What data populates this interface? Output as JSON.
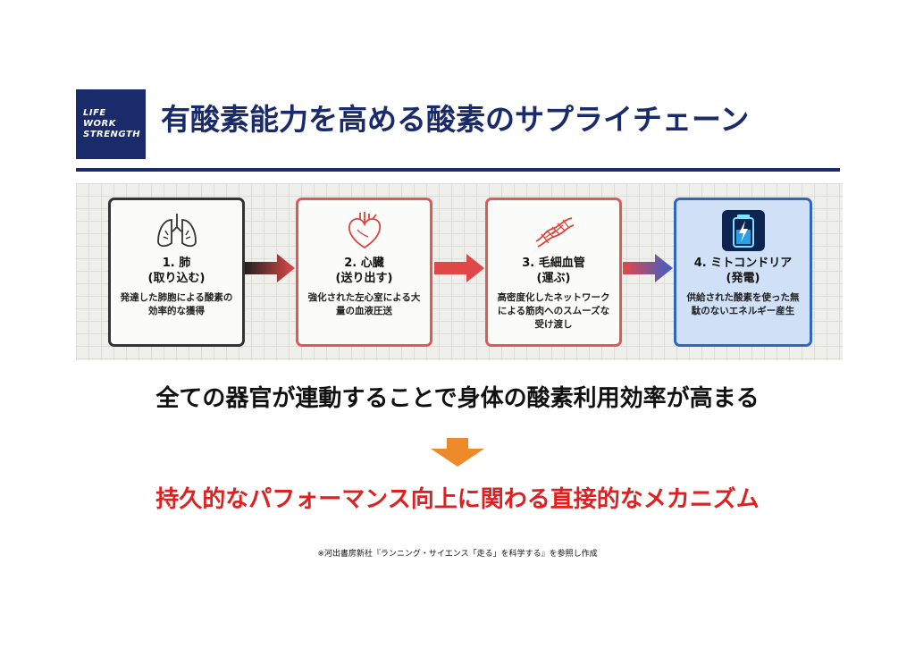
{
  "logo": {
    "line1": "LIFE",
    "line2": "WORK",
    "line3": "STRENGTH"
  },
  "title": "有酸素能力を高める酸素のサプライチェーン",
  "steps": [
    {
      "title1": "1. 肺",
      "title2": "(取り込む)",
      "desc": "発達した肺胞による酸素の効率的な獲得",
      "icon": "lungs-icon"
    },
    {
      "title1": "2. 心臓",
      "title2": "(送り出す)",
      "desc": "強化された左心室による大量の血液圧送",
      "icon": "heart-icon"
    },
    {
      "title1": "3. 毛細血管",
      "title2": "(運ぶ)",
      "desc": "高密度化したネットワークによる筋肉へのスムーズな受け渡し",
      "icon": "capillary-icon"
    },
    {
      "title1": "4. ミトコンドリア",
      "title2": "(発電)",
      "desc": "供給された酸素を使った無駄のないエネルギー産生",
      "icon": "battery-icon"
    }
  ],
  "tagline": "全ての器官が連動することで身体の酸素利用効率が高まる",
  "conclusion": "持久的なパフォーマンス向上に関わる直接的なメカニズム",
  "source": "※河出書房新社『ランニング・サイエンス「走る」を科学する』を参照し作成",
  "colors": {
    "navy": "#1a2b6b",
    "red": "#e02020",
    "orange": "#ef8a2a",
    "card_red": "#e05a55",
    "card_blue": "#2e66c2"
  }
}
